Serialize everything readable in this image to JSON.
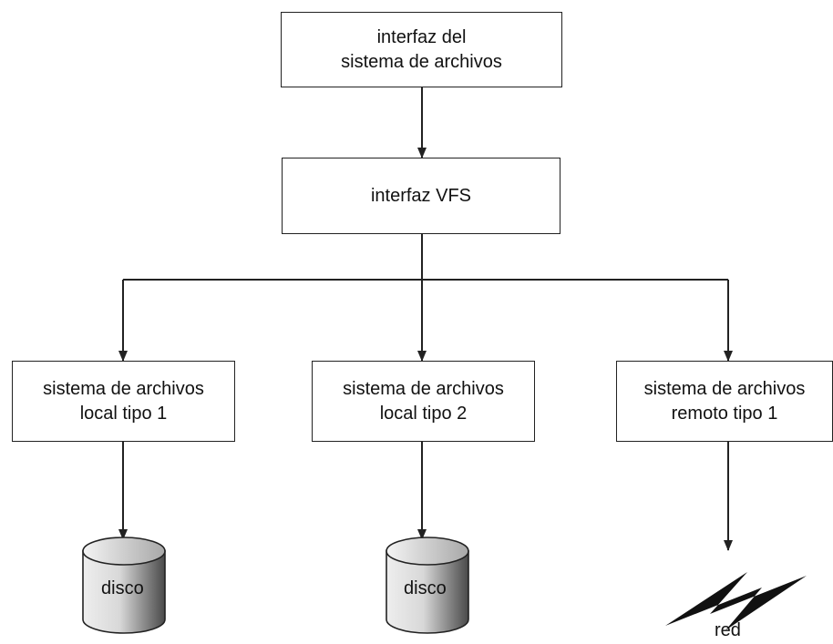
{
  "boxes": {
    "fs_interface": {
      "line1": "interfaz del",
      "line2": "sistema de archivos"
    },
    "vfs_interface": {
      "line1": "interfaz VFS"
    },
    "local_fs_1": {
      "line1": "sistema de archivos",
      "line2": "local tipo 1"
    },
    "local_fs_2": {
      "line1": "sistema de archivos",
      "line2": "local tipo 2"
    },
    "remote_fs_1": {
      "line1": "sistema de archivos",
      "line2": "remoto tipo 1"
    }
  },
  "endpoints": {
    "disk_1": "disco",
    "disk_2": "disco",
    "network": "red"
  },
  "colors": {
    "line": "#222222",
    "cylinder_light": "#e6e6e6",
    "cylinder_dark": "#5a5a5a"
  },
  "icons": {
    "disk": "disk-cylinder-icon",
    "network": "lightning-bolt-icon"
  }
}
